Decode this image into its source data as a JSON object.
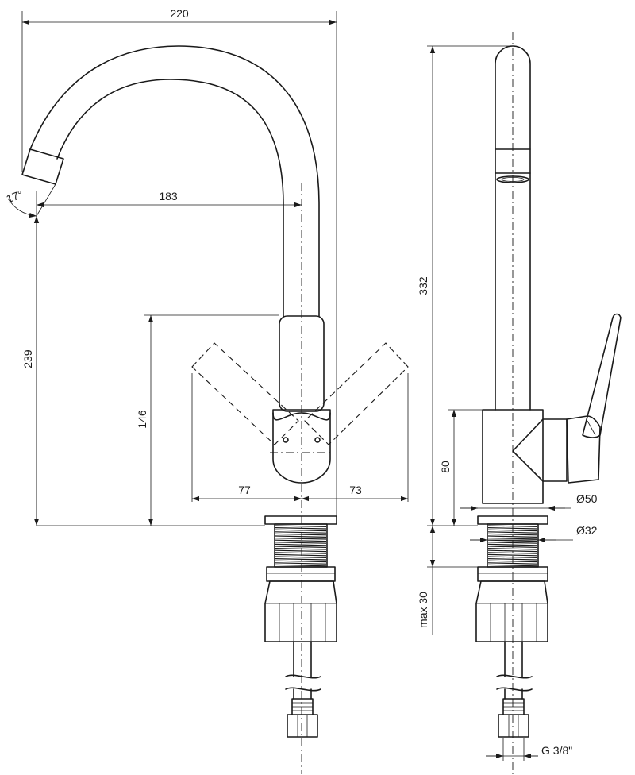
{
  "dimensions": {
    "overall_reach": "220",
    "spout_reach": "183",
    "spout_angle": "17°",
    "spout_height": "239",
    "lever_height": "146",
    "lever_left_swing": "77",
    "lever_right_swing": "73",
    "total_height": "332",
    "body_height": "80",
    "base_diameter": "Ø50",
    "thread_diameter": "Ø32",
    "max_counter_thickness": "max 30",
    "connection_thread": "G 3/8\""
  },
  "colors": {
    "line": "#1a1a1a",
    "background": "#ffffff"
  }
}
